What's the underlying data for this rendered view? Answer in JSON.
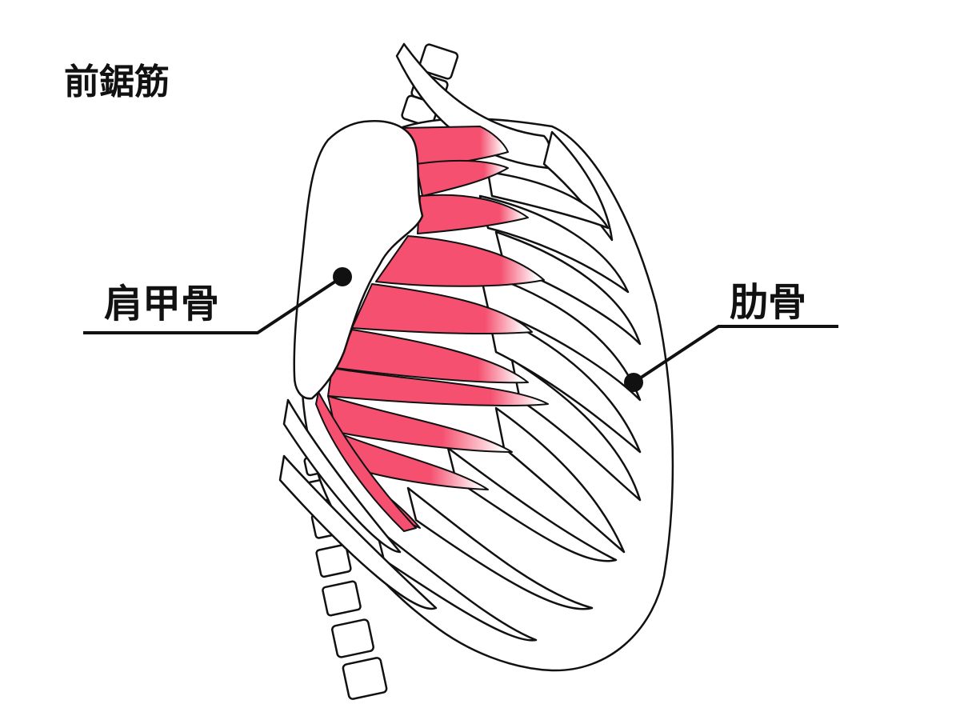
{
  "title": "前鋸筋",
  "labels": {
    "scapula": "肩甲骨",
    "ribs": "肋骨"
  },
  "colors": {
    "muscle": "#f5506f",
    "outline": "#111111",
    "bone": "#ffffff"
  }
}
